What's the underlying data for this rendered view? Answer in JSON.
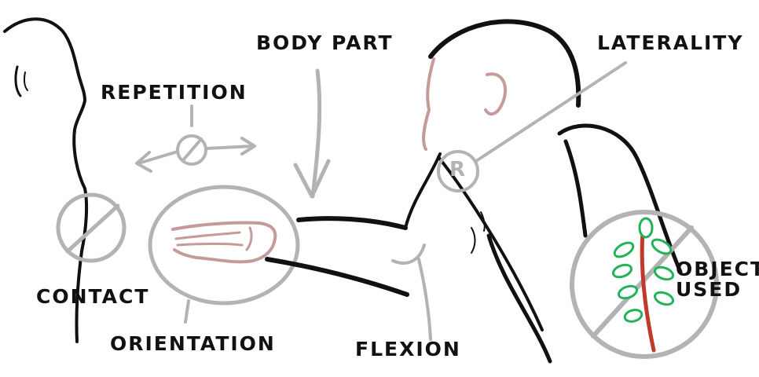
{
  "labels": {
    "body_part": "BODY PART",
    "repetition": "REPETITION",
    "laterality": "LATERALITY",
    "contact": "CONTACT",
    "orientation": "ORIENTATION",
    "flexion": "FLEXION",
    "object_used_line1": "OBJECT",
    "object_used_line2": "USED"
  },
  "laterality_marker": "R",
  "colors": {
    "ink": "#111111",
    "annotation": "#b3b3b3",
    "skin": "#c69a98",
    "leaf": "#22b25a",
    "stem": "#c0392b"
  },
  "icons": [
    "no-symbol-icon",
    "arrow-icon",
    "plant-icon",
    "hand-icon"
  ]
}
